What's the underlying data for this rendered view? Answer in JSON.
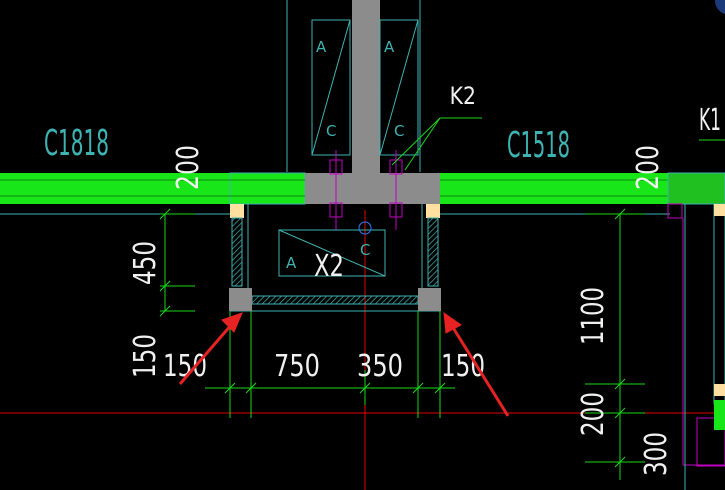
{
  "labels": {
    "window_left": "C1818",
    "window_right": "C1518",
    "window_far_right": "K1",
    "duct_tag": "K2",
    "box_name": "X2",
    "mark_a": "A",
    "mark_c": "C"
  },
  "dims": {
    "wall_left": "200",
    "wall_right": "200",
    "v_450": "450",
    "v_150": "150",
    "v_1100": "1100",
    "v_200": "200",
    "v_300": "300",
    "h_150a": "150",
    "h_750": "750",
    "h_350": "350",
    "h_150b": "150"
  },
  "colors": {
    "background": "#000000",
    "wall_fill": "#19e619",
    "text_cyan": "#3fb2b2",
    "dim_green": "#19d919",
    "leader_cyan": "#00d8ff",
    "column_gray": "#8c8c8c",
    "axis_red": "#e60000",
    "arrow_red": "#e62222",
    "magenta": "#c000c0",
    "beige": "#ffe0a0",
    "white_text": "#f0f0f0"
  }
}
